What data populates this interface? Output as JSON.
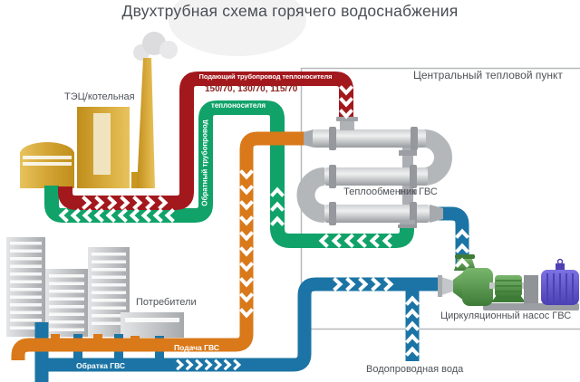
{
  "title": "Двухтрубная схема горячего водоснабжения",
  "labels": {
    "plant": "ТЭЦ/котельная",
    "central_heat_point": "Центральный тепловой пункт",
    "supply_pipeline": "Подающий трубопровод теплоносителя",
    "temperatures": "150/70, 130/70, 115/70",
    "return_pipeline": "Обратный трубопровод",
    "return_pipeline_carrier": "теплоносителя",
    "heat_exchanger": "Теплообменник ГВС",
    "consumers": "Потребители",
    "dhw_supply": "Подача ГВС",
    "dhw_return": "Обратка ГВС",
    "circulation_pump": "Циркуляционный насос ГВС",
    "tap_water": "Водопроводная вода"
  },
  "colors": {
    "heat_supply_red": "#a3181d",
    "heat_return_green": "#10a269",
    "dhw_supply_orange": "#d9791a",
    "dhw_return_blue": "#1b74a5",
    "factory_gold": "#cfa02e",
    "pipe_gray": "#b4b7ba",
    "pump_green": "#5a9e52",
    "motor_violet": "#6156c9",
    "base_gray": "#9b9ea2",
    "box_border": "#b7b9bb",
    "label_gray": "#4e5257"
  }
}
